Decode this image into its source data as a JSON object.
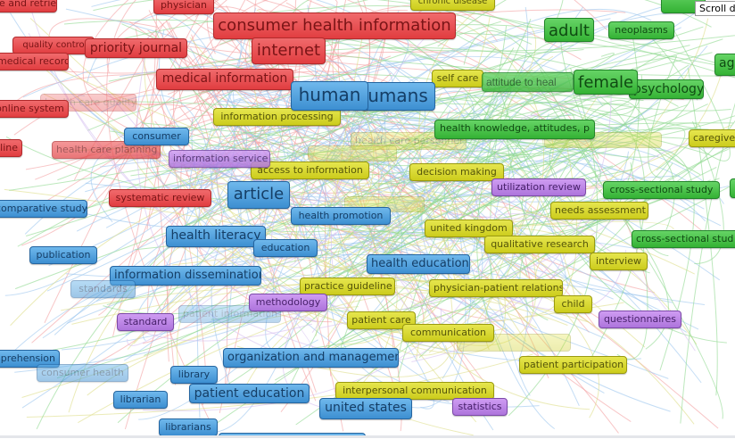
{
  "colors": {
    "red": "#e13d40",
    "blue": "#3d8fd1",
    "yellow": "#cccc1c",
    "green": "#34b234",
    "purple": "#ad74dc"
  },
  "red": [
    "e and retrie",
    "physician",
    "consumer health information",
    "quality contro",
    "priority journal",
    "medical record",
    "internet",
    "medical information",
    "health care quality",
    "online system",
    "line",
    "health care planning",
    "systematic review"
  ],
  "blue": [
    "human",
    "umans",
    "consumer",
    "article",
    "health promotion",
    "comparative study",
    "health literacy",
    "education",
    "publication",
    "information dissemination",
    "standards",
    "health education",
    "patient information",
    "prehension",
    "consumer health",
    "organization and management",
    "library",
    "patient education",
    "librarian",
    "united states",
    "librarians"
  ],
  "yellow": [
    "chronic disease",
    "self care",
    "information processing",
    "health care personnel",
    "access to information",
    "decision making",
    "caregive",
    "needs assessment",
    "united kingdom",
    "qualitative research",
    "interview",
    "practice guideline",
    "physician-patient relations",
    "child",
    "patient care",
    "communication",
    "patient participation",
    "interpersonal communication"
  ],
  "purple": [
    "information service",
    "utilization review",
    "methodology",
    "standard",
    "questionnaires",
    "statistics"
  ],
  "green": [
    "adult",
    "neoplasms",
    "ag",
    "attitude to heal",
    "female",
    "psychology",
    "health knowledge, attitudes, p",
    "cross-sectional study",
    "cross-sectional stud"
  ],
  "tooltip": "Scroll do"
}
